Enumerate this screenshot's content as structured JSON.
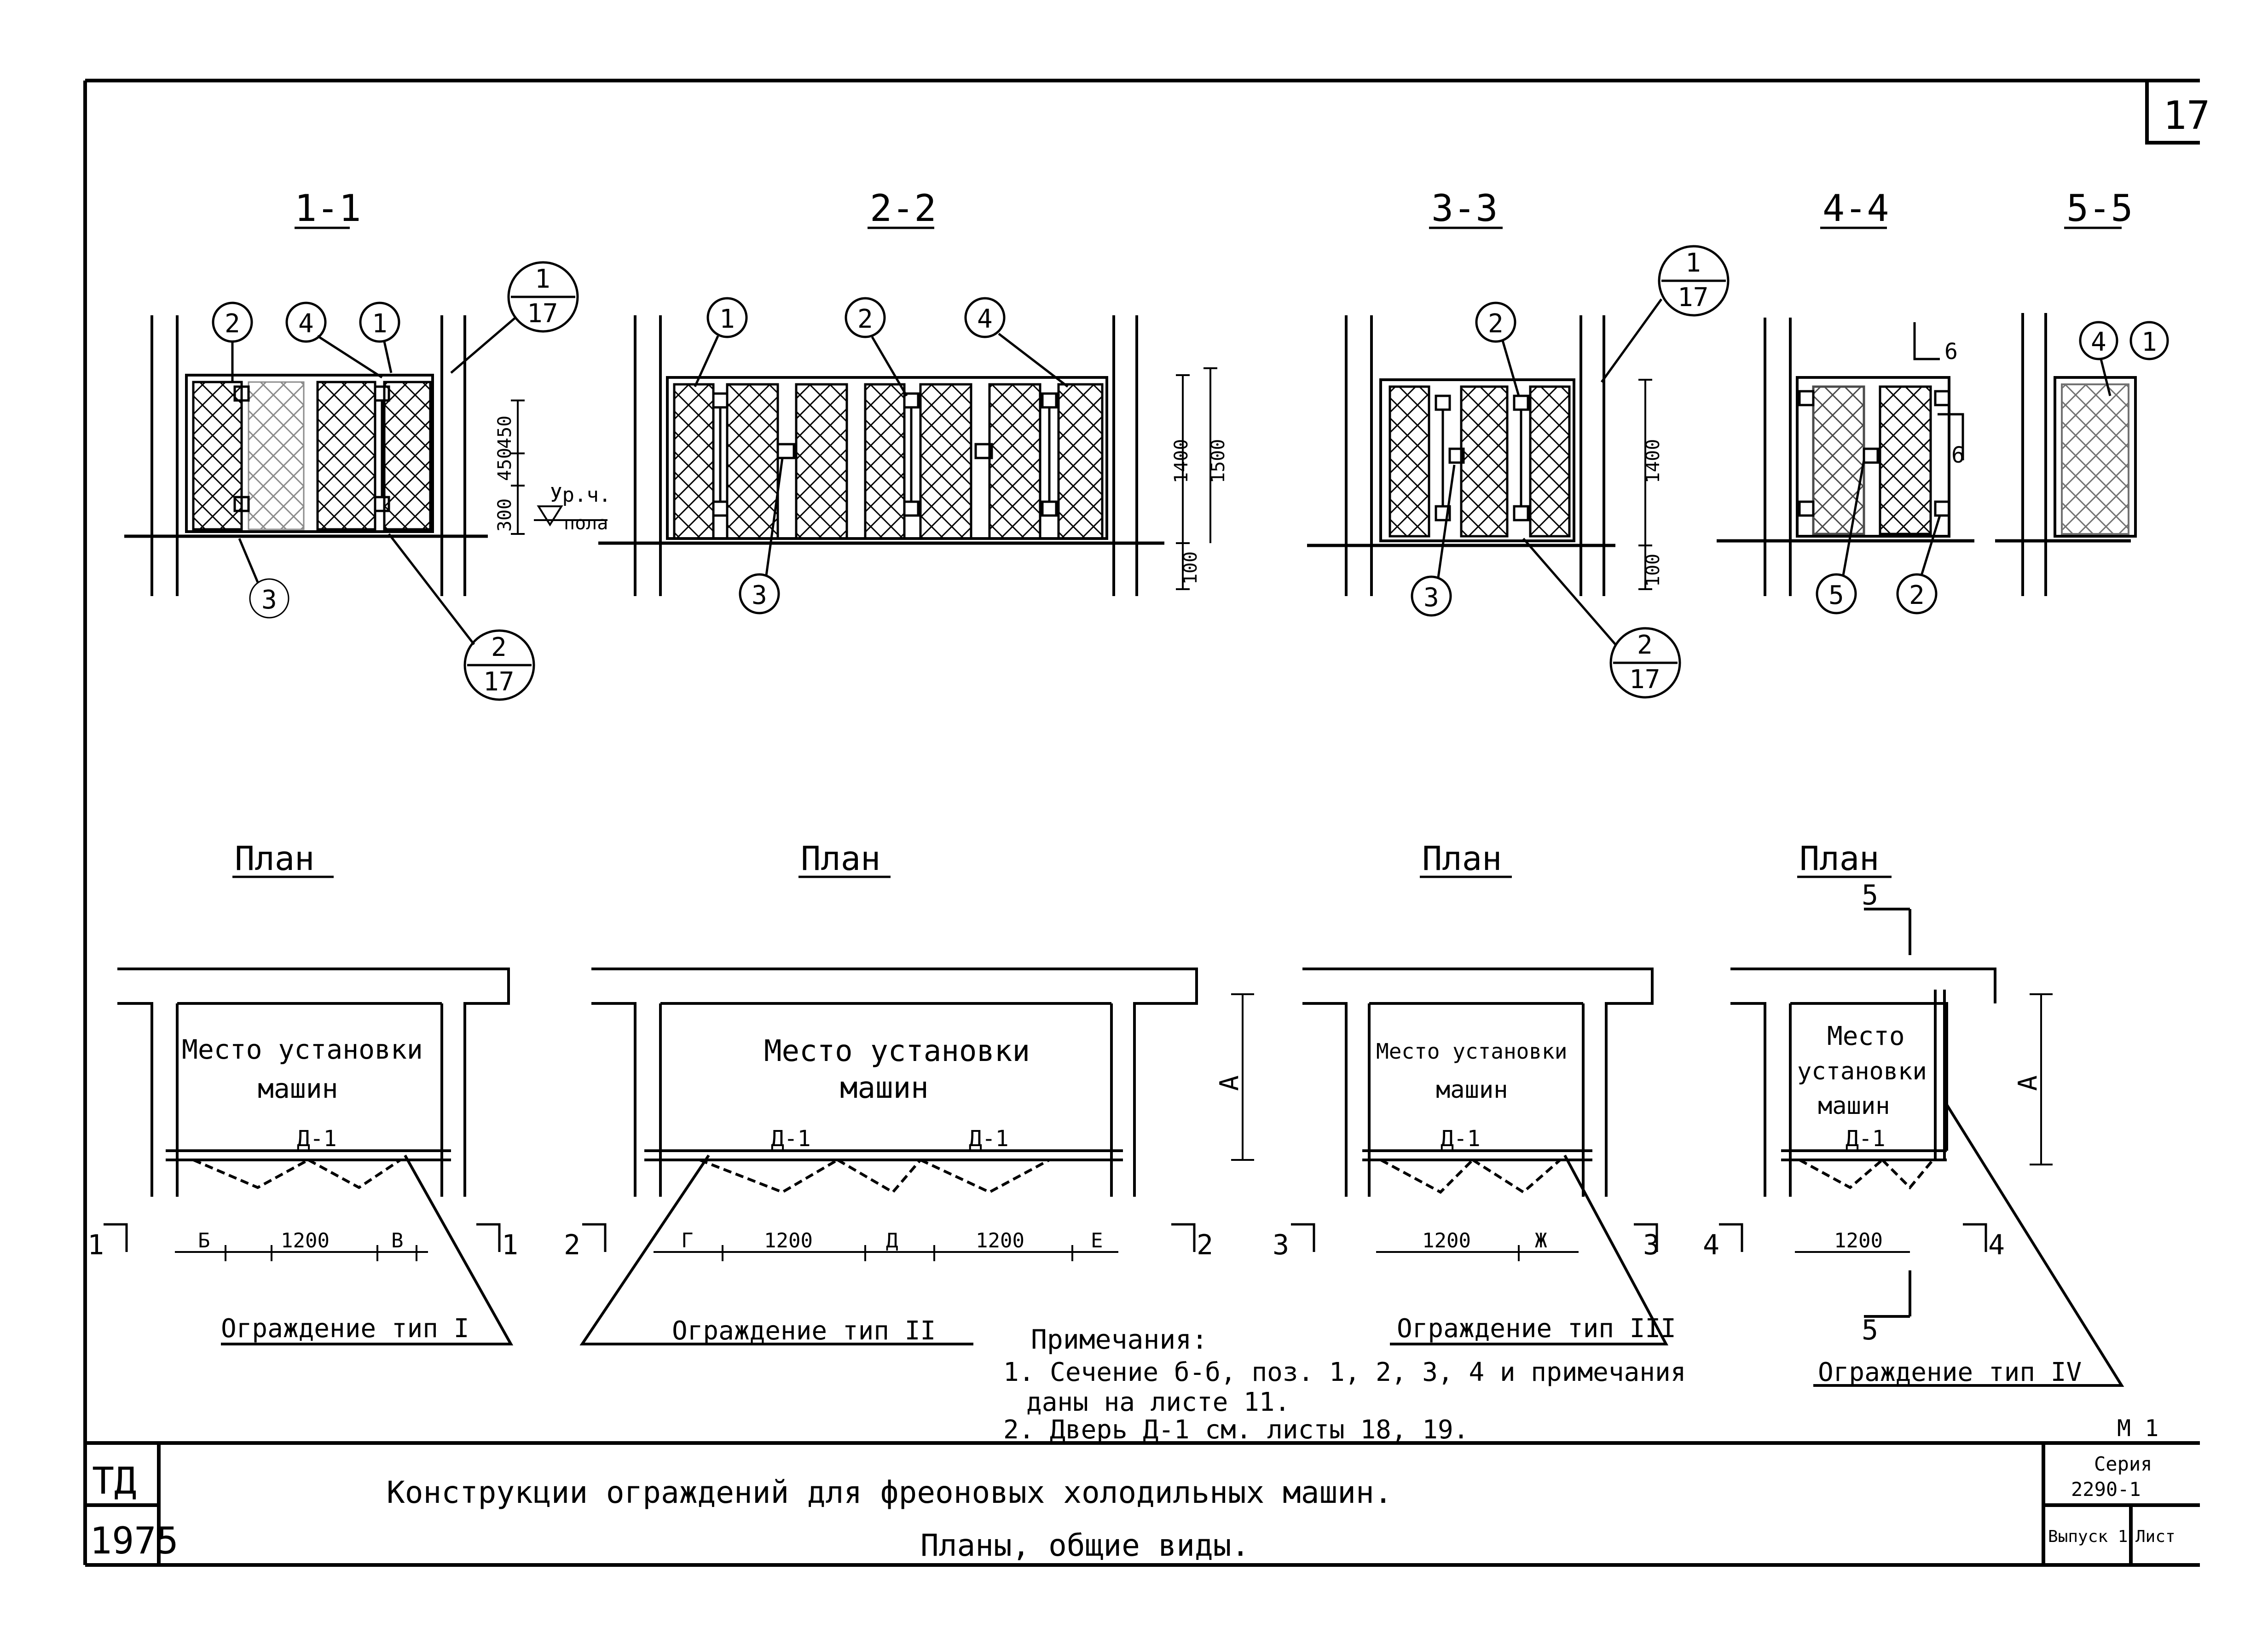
{
  "sheet": {
    "number": "17"
  },
  "sections": {
    "s1": "1-1",
    "s2": "2-2",
    "s3": "3-3",
    "s4": "4-4",
    "s5": "5-5"
  },
  "callouts": {
    "c1": "1",
    "c2": "2",
    "c3": "3",
    "c4": "4",
    "c5": "5",
    "ref_top": "1",
    "ref_top2": "2",
    "ref_sheet": "17"
  },
  "dims": {
    "d300": "300",
    "d450a": "450",
    "d450b": "450",
    "ur_ch": "Ур.ч.",
    "pola": "пола",
    "d1400": "1400",
    "d1500": "1500",
    "d100": "100",
    "cut6": "6"
  },
  "plans": {
    "title": "План",
    "place": "Место установки машин",
    "place_l1": "Место",
    "place_l2": "установки",
    "place_l3": "машин",
    "place_a": "Место установки",
    "door": "Д-1",
    "dimA": "А",
    "p1": {
      "mark": "1",
      "b": "Б",
      "w": "1200",
      "c": "В",
      "label": "Ограждение тип I"
    },
    "p2": {
      "mark": "2",
      "g": "Г",
      "w1": "1200",
      "d": "Д",
      "w2": "1200",
      "e": "Е",
      "label": "Ограждение тип II"
    },
    "p3": {
      "mark": "3",
      "w": "1200",
      "zh": "Ж",
      "label": "Ограждение тип III"
    },
    "p4": {
      "mark": "4",
      "w": "1200",
      "cut5": "5",
      "label": "Ограждение тип IV"
    }
  },
  "notes": {
    "title": "Примечания:",
    "n1a": "1. Сечение б-б, поз. 1, 2, 3, 4 и примечания",
    "n1b": "даны на листе 11.",
    "n2": "2. Дверь Д-1 см. листы 18, 19."
  },
  "titleblock": {
    "org1": "ТД",
    "org2": "1975",
    "title1": "Конструкции ограждений для фреоновых холодильных машин.",
    "title2": "Планы, общие виды.",
    "m": "М 1",
    "series1": "Серия",
    "series2": "2290-1",
    "issue": "Выпуск 1",
    "list": "Лист"
  }
}
